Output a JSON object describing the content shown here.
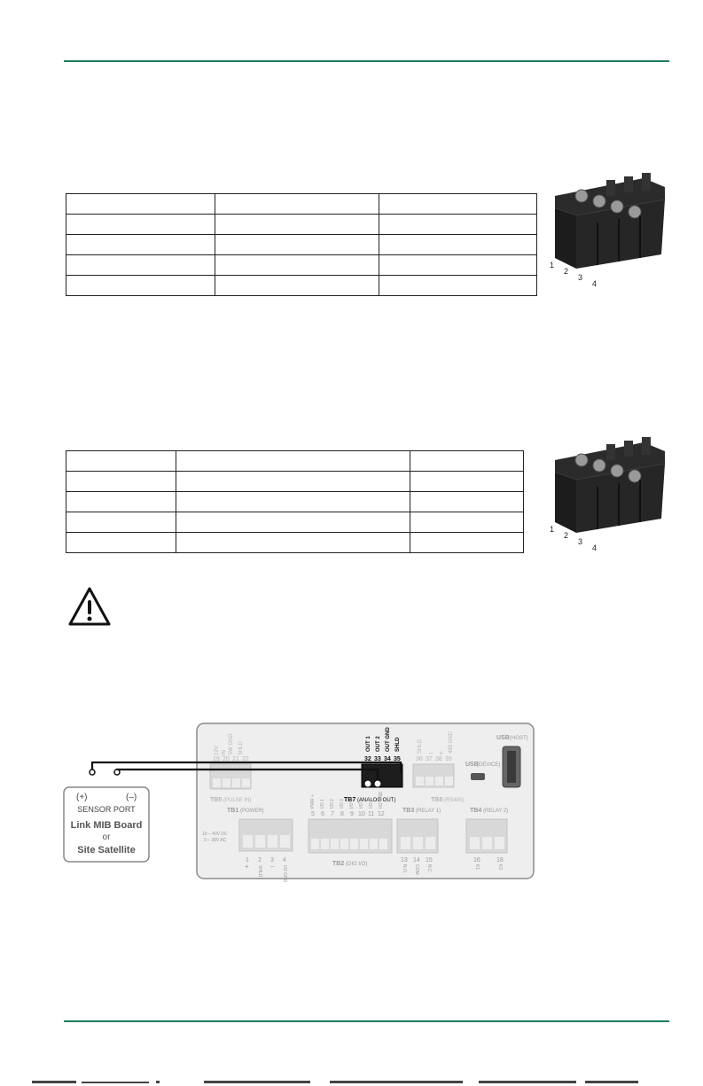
{
  "connector": {
    "pins": [
      "1",
      "2",
      "3",
      "4"
    ]
  },
  "diagram": {
    "terminals": {
      "tb5": {
        "title": "TB5",
        "subtitle": "(PULSE IN)",
        "numbers": [
          "19",
          "20",
          "21",
          "22"
        ],
        "labels": [
          "12V",
          "IN",
          "IN",
          "SHLD"
        ],
        "sub_labels": [
          "+",
          "+",
          "+",
          ""
        ],
        "extra_label": "SW GND"
      },
      "tb7": {
        "title": "TB7",
        "subtitle": "(ANALOG OUT)",
        "numbers": [
          "32",
          "33",
          "34",
          "35"
        ],
        "labels": [
          "OUT 1",
          "OUT 2",
          "OUT GND",
          "SHLD"
        ]
      },
      "tb8": {
        "title": "TB8",
        "subtitle": "(RS485)",
        "numbers": [
          "36",
          "37",
          "38",
          "39"
        ],
        "labels": [
          "SHLD",
          "–",
          "+",
          "485 GND"
        ]
      },
      "tb1": {
        "title": "TB1",
        "subtitle": "(POWER)",
        "numbers": [
          "1",
          "2",
          "3",
          "4"
        ],
        "labels": [
          "+",
          "SHLD",
          "–",
          "I/O GND"
        ],
        "voltage_1": "10 – 40V DC",
        "voltage_2": "9 – 28V AC"
      },
      "tb2": {
        "title": "TB2",
        "subtitle": "(DIG I/O)",
        "numbers": [
          "5",
          "6",
          "7",
          "8",
          "9",
          "10",
          "11",
          "12"
        ],
        "labels": [
          "PWR +",
          "I/O 1",
          "I/O 2",
          "I/O 3",
          "I/O 4",
          "I/O 5",
          "I/O 6",
          "I/O GND"
        ]
      },
      "tb3": {
        "title": "TB3",
        "subtitle": "(RELAY 1)",
        "numbers": [
          "13",
          "14",
          "15"
        ],
        "labels": [
          "N.O.",
          "COM",
          "N.C."
        ]
      },
      "tb4": {
        "title": "TB4",
        "subtitle": "(RELAY 2)",
        "numbers": [
          "16",
          "18"
        ],
        "labels": [
          "K1",
          "K2"
        ]
      }
    },
    "usb_host_title": "USB",
    "usb_host_sub": "(HOST)",
    "usb_device_title": "USB",
    "usb_device_sub": "(DEVICE)",
    "sensor_box": {
      "plus": "(+)",
      "minus": "(–)",
      "port": "SENSOR PORT",
      "line1": "Link MIB Board",
      "line2": "or",
      "line3": "Site Satellite"
    }
  },
  "colors": {
    "rule": "#1a7d5a",
    "board": "#eeeeee",
    "board_border": "#8a8a8a",
    "terminal": "#d8d8d8",
    "wire": "#111111"
  }
}
